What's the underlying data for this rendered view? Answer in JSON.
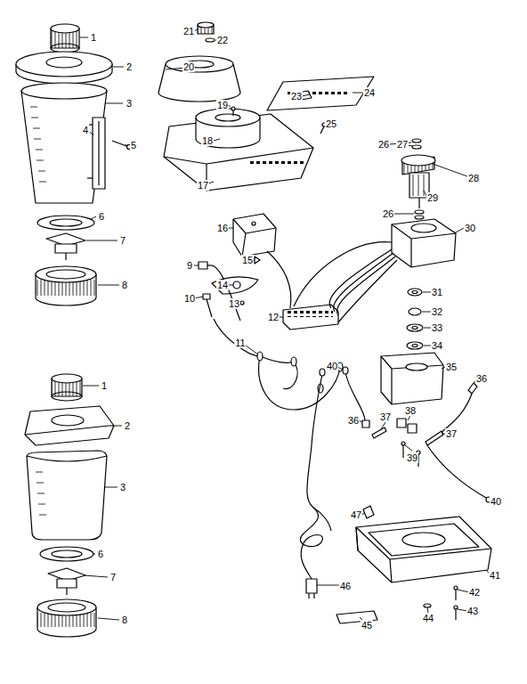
{
  "diagram": {
    "labels": [
      "1",
      "2",
      "3",
      "4",
      "5",
      "6",
      "7",
      "8",
      "1",
      "2",
      "3",
      "6",
      "7",
      "8",
      "21",
      "22",
      "20",
      "23",
      "24",
      "19",
      "25",
      "18",
      "26",
      "27",
      "17",
      "29",
      "28",
      "26",
      "16",
      "30",
      "15",
      "9",
      "14",
      "10",
      "13",
      "12",
      "31",
      "32",
      "33",
      "34",
      "11",
      "35",
      "40",
      "36",
      "36",
      "37",
      "38",
      "37",
      "39",
      "40",
      "47",
      "41",
      "46",
      "42",
      "45",
      "44",
      "43"
    ]
  }
}
